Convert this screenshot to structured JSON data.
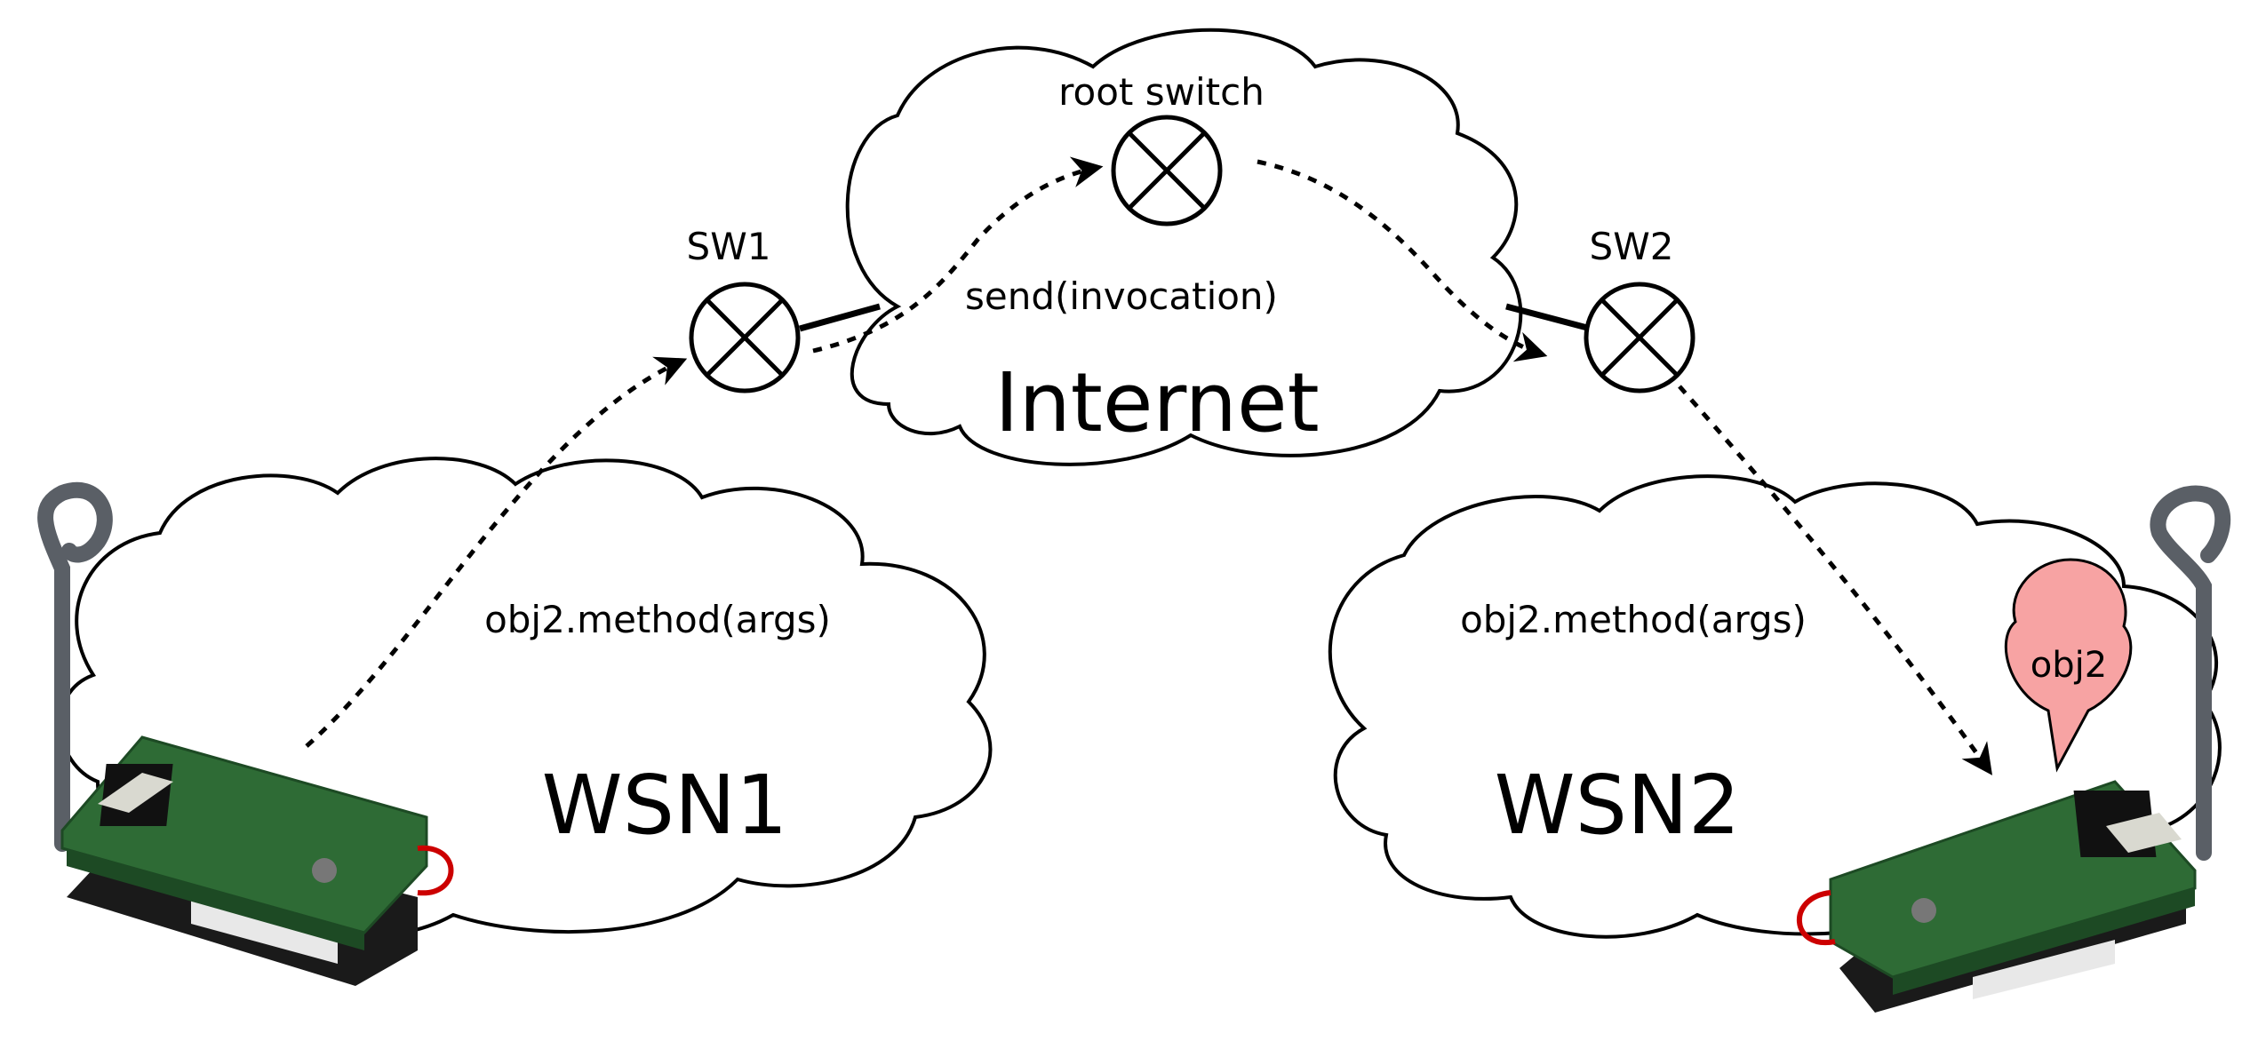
{
  "labels": {
    "root_switch": "root switch",
    "sw1": "SW1",
    "sw2": "SW2",
    "send": "send(invocation)",
    "internet": "Internet",
    "method_left": "obj2.method(args)",
    "method_right": "obj2.method(args)",
    "wsn1": "WSN1",
    "wsn2": "WSN2",
    "obj2": "obj2"
  },
  "colors": {
    "obj2_marker": "#f7a3a3",
    "pcb_green": "#2e6b35",
    "battery_black": "#1a1a1a",
    "antenna_gray": "#5a5f66"
  },
  "icons": {
    "switch": "crossed-circle-switch-icon",
    "sensor_node": "sensor-mote-icon",
    "marker": "map-pin-marker-icon"
  }
}
